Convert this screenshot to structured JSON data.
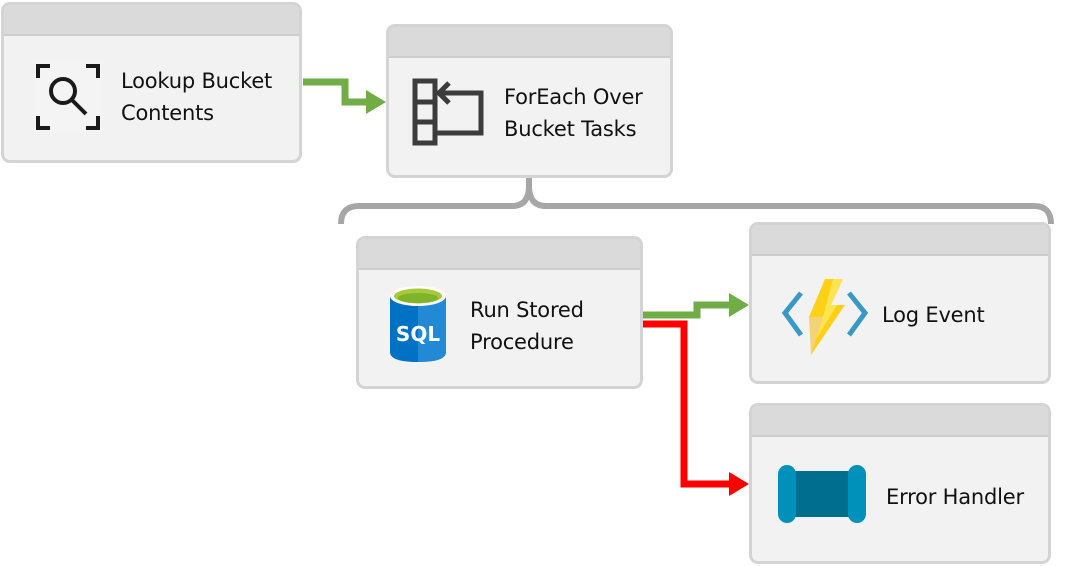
{
  "diagram": {
    "title": "",
    "nodes": [
      {
        "id": "lookup",
        "label": "Lookup Bucket\nContents",
        "icon": "lookup-magnifier-icon"
      },
      {
        "id": "foreach",
        "label": "ForEach Over\nBucket Tasks",
        "icon": "foreach-loop-icon"
      },
      {
        "id": "sql",
        "label": "Run Stored\nProcedure",
        "icon": "sql-database-icon",
        "icon_text": "SQL"
      },
      {
        "id": "log",
        "label": "Log Event",
        "icon": "azure-function-icon"
      },
      {
        "id": "error",
        "label": "Error Handler",
        "icon": "queue-icon"
      }
    ],
    "edges": [
      {
        "from": "lookup",
        "to": "foreach",
        "type": "success",
        "color": "#70ad47"
      },
      {
        "from": "sql",
        "to": "log",
        "type": "success",
        "color": "#70ad47"
      },
      {
        "from": "sql",
        "to": "error",
        "type": "failure",
        "color": "#ff0000"
      }
    ],
    "groups": [
      {
        "parent": "foreach",
        "children": [
          "sql",
          "log",
          "error"
        ],
        "connector": "brace",
        "color": "#a6a6a6"
      }
    ]
  },
  "colors": {
    "node_body": "#f2f2f2",
    "node_header": "#dadada",
    "node_border": "#d4d4d4",
    "success": "#70ad47",
    "failure": "#ff0000",
    "brace": "#a6a6a6"
  }
}
